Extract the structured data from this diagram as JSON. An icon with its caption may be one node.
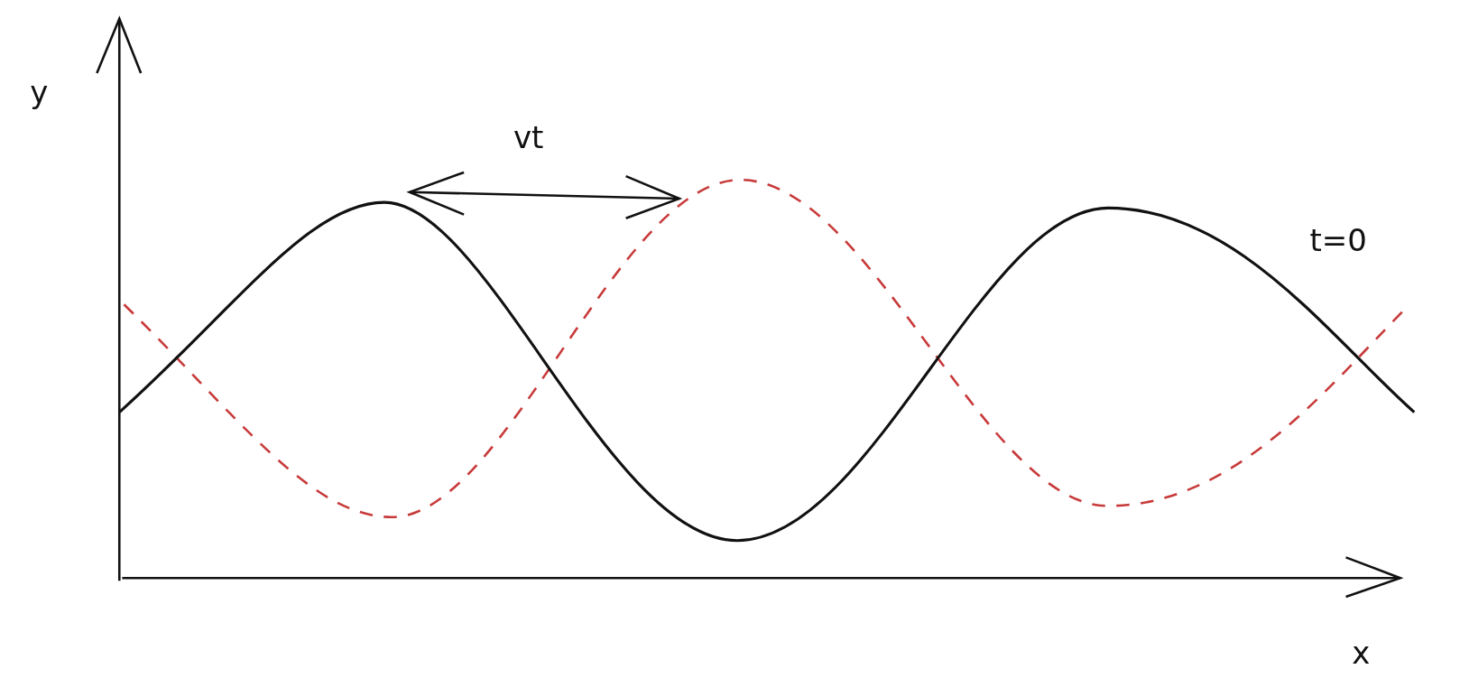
{
  "diagram": {
    "labels": [
      "y",
      "vt",
      "t=0",
      "x"
    ]
  }
}
